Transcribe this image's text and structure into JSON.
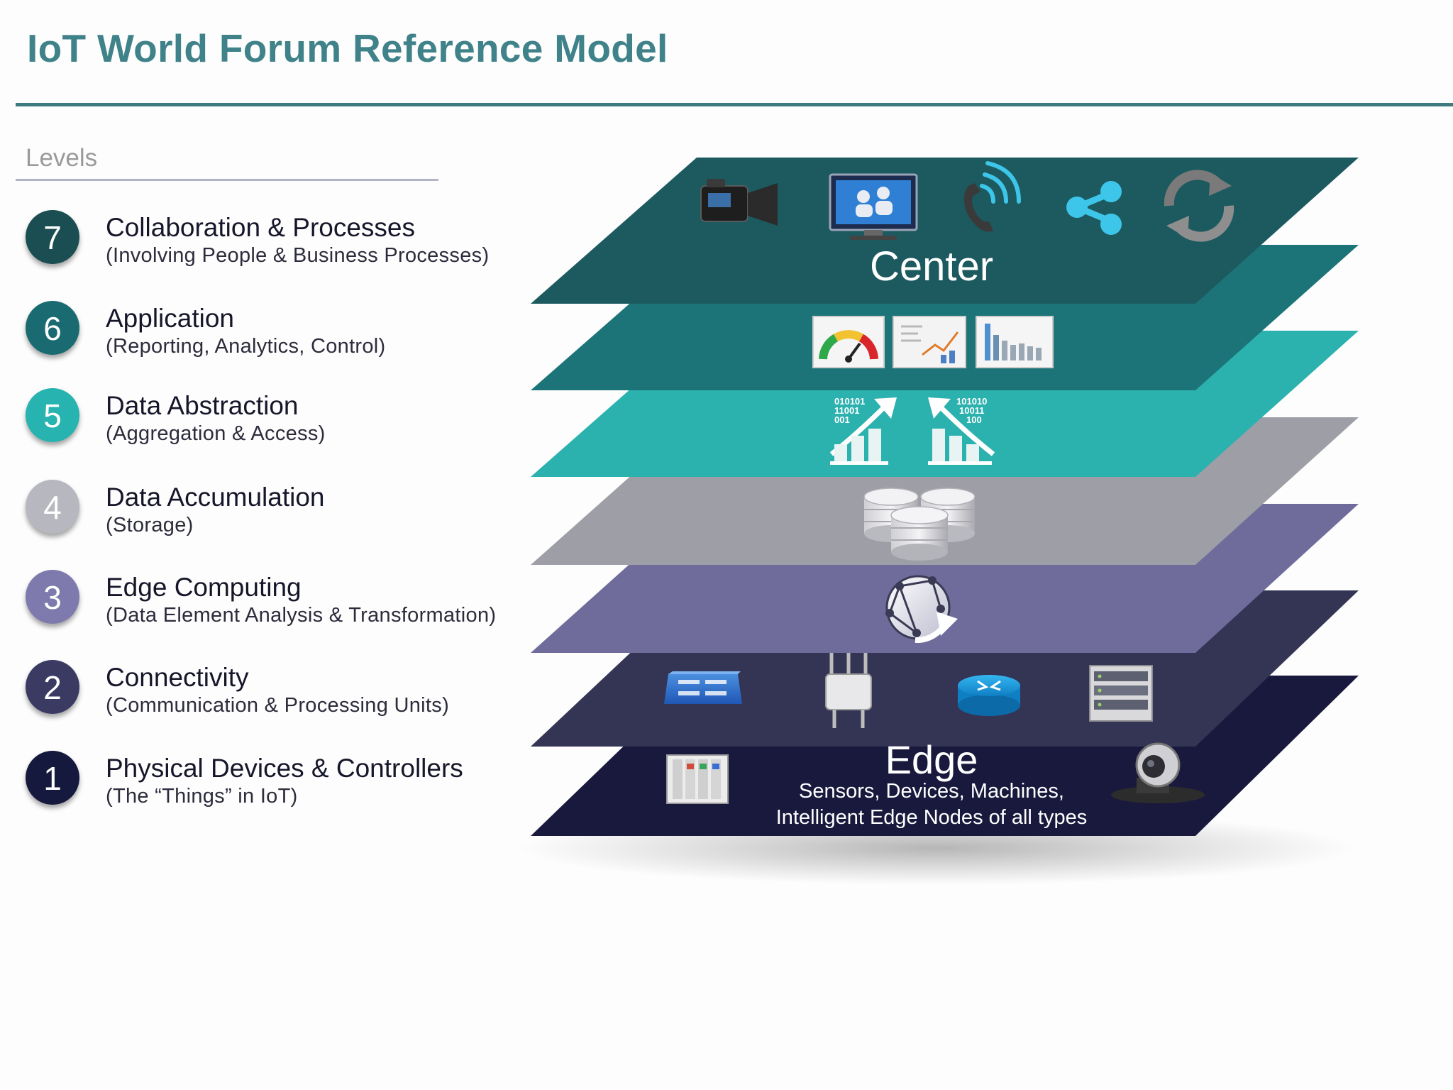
{
  "header": {
    "title": "IoT World Forum Reference Model"
  },
  "levels_header": "Levels",
  "levels": [
    {
      "number": "7",
      "name": "Collaboration & Processes",
      "description": "(Involving People & Business Processes)",
      "color": "#1b4e52"
    },
    {
      "number": "6",
      "name": "Application",
      "description": "(Reporting, Analytics, Control)",
      "color": "#1a6b71"
    },
    {
      "number": "5",
      "name": "Data Abstraction",
      "description": "(Aggregation & Access)",
      "color": "#27b3b0"
    },
    {
      "number": "4",
      "name": "Data Accumulation",
      "description": "(Storage)",
      "color": "#b7b7bf"
    },
    {
      "number": "3",
      "name": "Edge Computing",
      "description": "(Data Element Analysis & Transformation)",
      "color": "#7e7aad"
    },
    {
      "number": "2",
      "name": "Connectivity",
      "description": "(Communication & Processing Units)",
      "color": "#3a3a62"
    },
    {
      "number": "1",
      "name": "Physical Devices & Controllers",
      "description": "(The “Things” in IoT)",
      "color": "#16193e"
    }
  ],
  "stack": {
    "center_label": "Center",
    "edge_label": "Edge",
    "edge_description_line1": "Sensors, Devices, Machines,",
    "edge_description_line2": "Intelligent Edge Nodes of all types",
    "layer_colors": [
      "#1c5a60",
      "#1c7478",
      "#2bb1ae",
      "#9e9ea6",
      "#6f6c9c",
      "#343455",
      "#18193d"
    ],
    "icons": {
      "level7": [
        "video-camera-icon",
        "video-conference-icon",
        "phone-icon",
        "share-icon",
        "sync-icon"
      ],
      "level6": [
        "gauge-dashboard-icon",
        "analytics-report-icon",
        "bar-chart-report-icon"
      ],
      "level5": [
        "data-upload-icon",
        "data-download-icon"
      ],
      "level5_binary_left": [
        "010101",
        "11001",
        "001"
      ],
      "level5_binary_right": [
        "101010",
        "10011",
        "100"
      ],
      "level4": [
        "database-icon"
      ],
      "level3": [
        "edge-compute-globe-icon"
      ],
      "level2": [
        "switch-icon",
        "wireless-access-point-icon",
        "router-icon",
        "server-rack-icon"
      ],
      "level1": [
        "controller-rack-icon",
        "surveillance-camera-icon"
      ]
    }
  }
}
